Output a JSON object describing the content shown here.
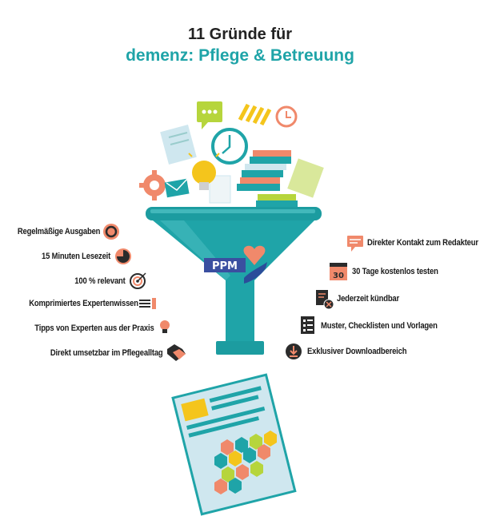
{
  "header": {
    "title": "11 Gründe für",
    "subtitle": "demenz: Pflege & Betreuung"
  },
  "logo": {
    "text": "PPM"
  },
  "benefits_left": [
    {
      "label": "Regelmäßige Ausgaben",
      "icon": "cycle-icon"
    },
    {
      "label": "15 Minuten Lesezeit",
      "icon": "timer-icon"
    },
    {
      "label": "100 % relevant",
      "icon": "target-icon"
    },
    {
      "label": "Komprimiertes Expertenwissen",
      "icon": "compress-icon"
    },
    {
      "label": "Tipps von Experten aus der Praxis",
      "icon": "lightbulb-icon"
    },
    {
      "label": "Direkt umsetzbar im Pflegealltag",
      "icon": "handshake-icon"
    }
  ],
  "benefits_right": [
    {
      "label": "Direkter Kontakt zum Redakteur",
      "icon": "chat-icon"
    },
    {
      "label": "30 Tage kostenlos testen",
      "icon": "calendar-icon",
      "icon_text": "30"
    },
    {
      "label": "Jederzeit kündbar",
      "icon": "cancel-document-icon"
    },
    {
      "label": "Muster, Checklisten und Vorlagen",
      "icon": "checklist-icon"
    },
    {
      "label": "Exklusiver Downloadbereich",
      "icon": "download-icon"
    }
  ],
  "colors": {
    "teal": "#1fa4a8",
    "orange": "#f0896b",
    "yellow_green": "#b6d53c",
    "dark": "#2b2b2b"
  }
}
